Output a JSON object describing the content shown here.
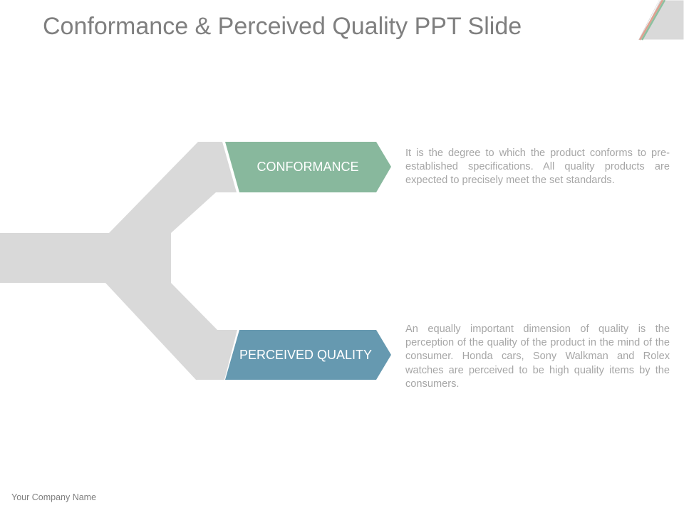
{
  "slide": {
    "title": "Conformance & Perceived Quality PPT Slide",
    "footer": "Your Company Name"
  },
  "colors": {
    "title_text": "#7f7f7f",
    "connector_gray": "#d9d9d9",
    "conformance_green": "#88b89d",
    "perceived_blue": "#6699b0",
    "description_text": "#a6a6a6",
    "corner_stripe_red": "#e0a090",
    "corner_stripe_green": "#8cc0a0"
  },
  "diagram": {
    "branches": [
      {
        "label": "CONFORMANCE",
        "description": "It is the degree to which the product conforms to pre- established specifications. All quality products are expected to precisely meet the set standards."
      },
      {
        "label": "PERCEIVED QUALITY",
        "description": "An equally important dimension of quality is the perception of the quality of the product in the mind of the consumer. Honda cars, Sony Walkman and Rolex watches are perceived to be high quality items by the consumers."
      }
    ]
  }
}
